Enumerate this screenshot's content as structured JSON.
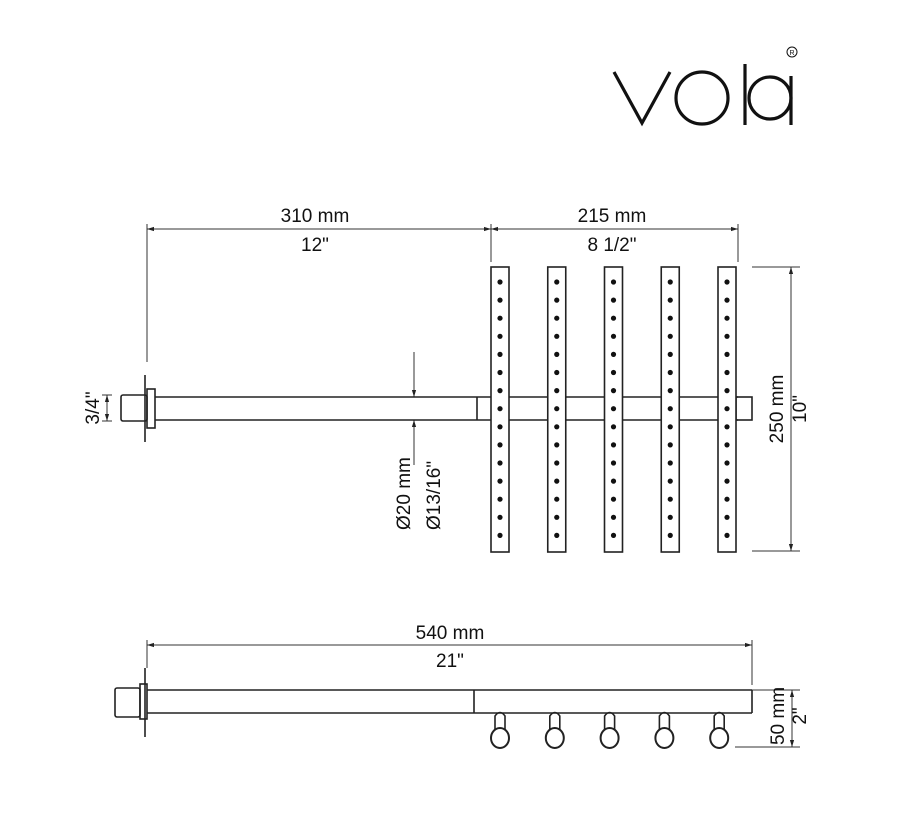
{
  "logo": {
    "text": "vola",
    "mark": "®"
  },
  "top_view": {
    "arm_length": {
      "mm": "310 mm",
      "inch": "12\""
    },
    "head_width": {
      "mm": "215 mm",
      "inch": "8 1/2\""
    },
    "head_height": {
      "mm": "250 mm",
      "inch": "10\""
    },
    "connection": {
      "inch": "3/4\""
    },
    "pipe_diameter": {
      "mm": "Ø20 mm",
      "inch": "Ø13/16\""
    },
    "nozzle_bars": 5,
    "nozzles_per_bar": 15
  },
  "side_view": {
    "total_length": {
      "mm": "540 mm",
      "inch": "21\""
    },
    "depth": {
      "mm": "50 mm",
      "inch": "2\""
    },
    "nozzles": 5
  }
}
